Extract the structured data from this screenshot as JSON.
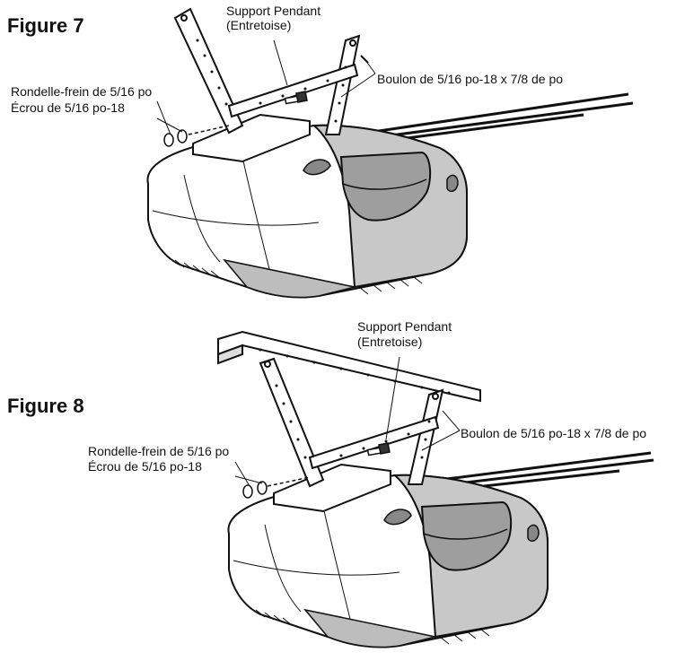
{
  "figures": [
    {
      "title": "Figure 7",
      "labels": {
        "support_line1": "Support Pendant",
        "support_line2": "(Entretoise)",
        "bolt": "Boulon de 5/16 po-18 x 7/8 de po",
        "washer": "Rondelle-frein de 5/16 po",
        "nut": "Écrou de 5/16 po-18"
      }
    },
    {
      "title": "Figure 8",
      "labels": {
        "support_line1": "Support Pendant",
        "support_line2": "(Entretoise)",
        "bolt": "Boulon de 5/16 po-18 x 7/8 de po",
        "washer": "Rondelle-frein de 5/16 po",
        "nut": "Écrou de 5/16 po-18"
      }
    }
  ],
  "colors": {
    "line": "#111111",
    "motor_shade": "#c8c8c8",
    "motor_light": "#ffffff",
    "rail": "#1a1a1a"
  }
}
